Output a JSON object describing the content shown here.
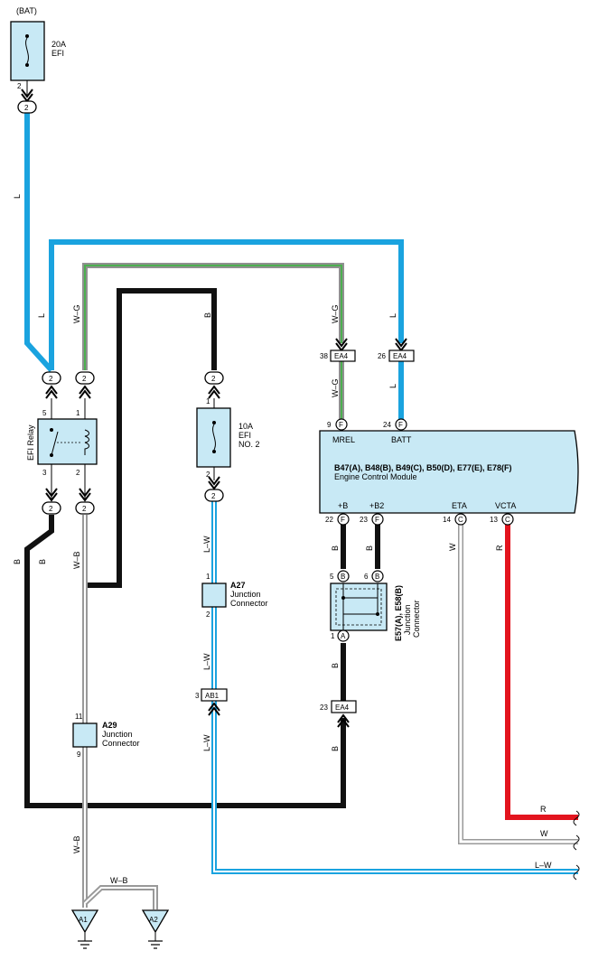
{
  "colors": {
    "wire_L": "#1aa3df",
    "wire_B": "#111111",
    "wire_R": "#e3141e",
    "wire_WG_outer": "#909090",
    "wire_WG_inner": "#4caf50",
    "wire_WB_outer": "#999999",
    "wire_W": "#999999",
    "component_fill": "#c8e9f5"
  },
  "top": {
    "bat": "(BAT)",
    "fuse_efi_rating": "20A",
    "fuse_efi_name": "EFI",
    "fuse_pin_2": "2",
    "conn_2": "2"
  },
  "relay": {
    "name": "EFI Relay",
    "pin_5": "5",
    "pin_1": "1",
    "pin_3": "3",
    "pin_2": "2"
  },
  "relay_conns": {
    "c1": "2",
    "c2": "2",
    "c3": "2",
    "c4": "2"
  },
  "fuse_no2": {
    "rating": "10A",
    "name1": "EFI",
    "name2": "NO. 2",
    "pin_1": "1",
    "pin_2": "2",
    "conn_top": "2",
    "conn_bottom": "2"
  },
  "a27": {
    "code": "A27",
    "name1": "Junction",
    "name2": "Connector",
    "pin_1": "1",
    "pin_2": "2"
  },
  "a29": {
    "code": "A29",
    "name1": "Junction",
    "name2": "Connector",
    "pin_11": "11",
    "pin_9": "9"
  },
  "ab1": {
    "pin": "3",
    "name": "AB1"
  },
  "ea4_38": {
    "pin": "38",
    "name": "EA4"
  },
  "ea4_26": {
    "pin": "26",
    "name": "EA4"
  },
  "ea4_23": {
    "pin": "23",
    "name": "EA4"
  },
  "ecm": {
    "codes": "B47(A), B48(B), B49(C), B50(D), E77(E), E78(F)",
    "name": "Engine Control Module",
    "mrel_pin": "9",
    "mrel_letter": "F",
    "mrel_label": "MREL",
    "batt_pin": "24",
    "batt_letter": "F",
    "batt_label": "BATT",
    "pb_pin": "22",
    "pb_letter": "F",
    "pb_label": "+B",
    "pb2_pin": "23",
    "pb2_letter": "F",
    "pb2_label": "+B2",
    "eta_pin": "14",
    "eta_letter": "C",
    "eta_label": "ETA",
    "vcta_pin": "13",
    "vcta_letter": "C",
    "vcta_label": "VCTA"
  },
  "e57": {
    "title": "E57(A), E58(B)",
    "name1": "Junction",
    "name2": "Connector",
    "pin5": "5",
    "pin5_letter": "B",
    "pin6": "6",
    "pin6_letter": "B",
    "pin1": "1",
    "pin1_letter": "A"
  },
  "grounds": {
    "a1": "A1",
    "a2": "A2"
  },
  "wire_labels": {
    "L_top": "L",
    "L_relay": "L",
    "L_mid": "L",
    "L_batt": "L",
    "WG_1": "W–G",
    "WG_2": "W–G",
    "WG_3": "W–G",
    "B_fuse": "B",
    "B_left": "B",
    "B_relay": "B",
    "B_p22": "B",
    "B_p23": "B",
    "B_junc": "B",
    "B_ea4": "B",
    "WB_relay": "W–B",
    "WB_low": "W–B",
    "WB_ground": "W–B",
    "LW_1": "L–W",
    "LW_2": "L–W",
    "LW_3": "L–W",
    "LW_out": "L–W",
    "W_eta": "W",
    "R_vcta": "R",
    "R_out": "R",
    "W_out": "W"
  }
}
